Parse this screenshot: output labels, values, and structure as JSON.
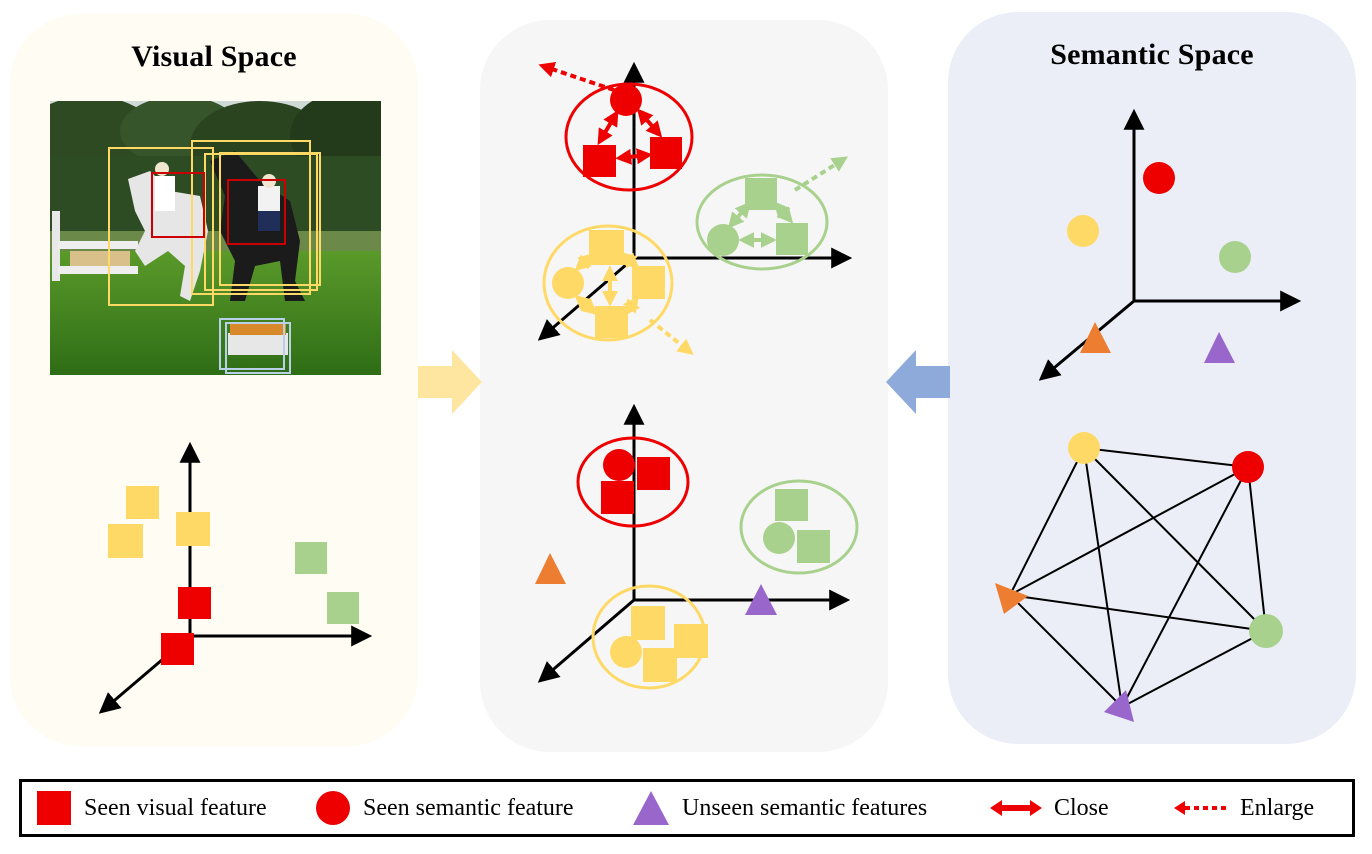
{
  "panels": {
    "visual": {
      "title": "Visual Space"
    },
    "semantic": {
      "title": "Semantic Space"
    }
  },
  "colors": {
    "red": "#ee0000",
    "yellow": "#ffd966",
    "green": "#a9d18e",
    "orange": "#ed7d31",
    "purple": "#9966cc",
    "visual_panel_bg": "#fefcf3",
    "shared_panel_bg": "#f6f6f6",
    "semantic_panel_bg": "#ebeef7",
    "arrow_from_visual": "#ffe6a0",
    "arrow_from_semantic": "#8eaadb"
  },
  "legend": {
    "items": [
      {
        "symbol": "red-square",
        "label": "Seen visual feature"
      },
      {
        "symbol": "red-circle",
        "label": "Seen semantic feature"
      },
      {
        "symbol": "purple-triangle",
        "label": "Unseen semantic features"
      },
      {
        "symbol": "red-double-arrow",
        "label": "Close"
      },
      {
        "symbol": "red-dashed-arrow",
        "label": "Enlarge"
      }
    ]
  }
}
